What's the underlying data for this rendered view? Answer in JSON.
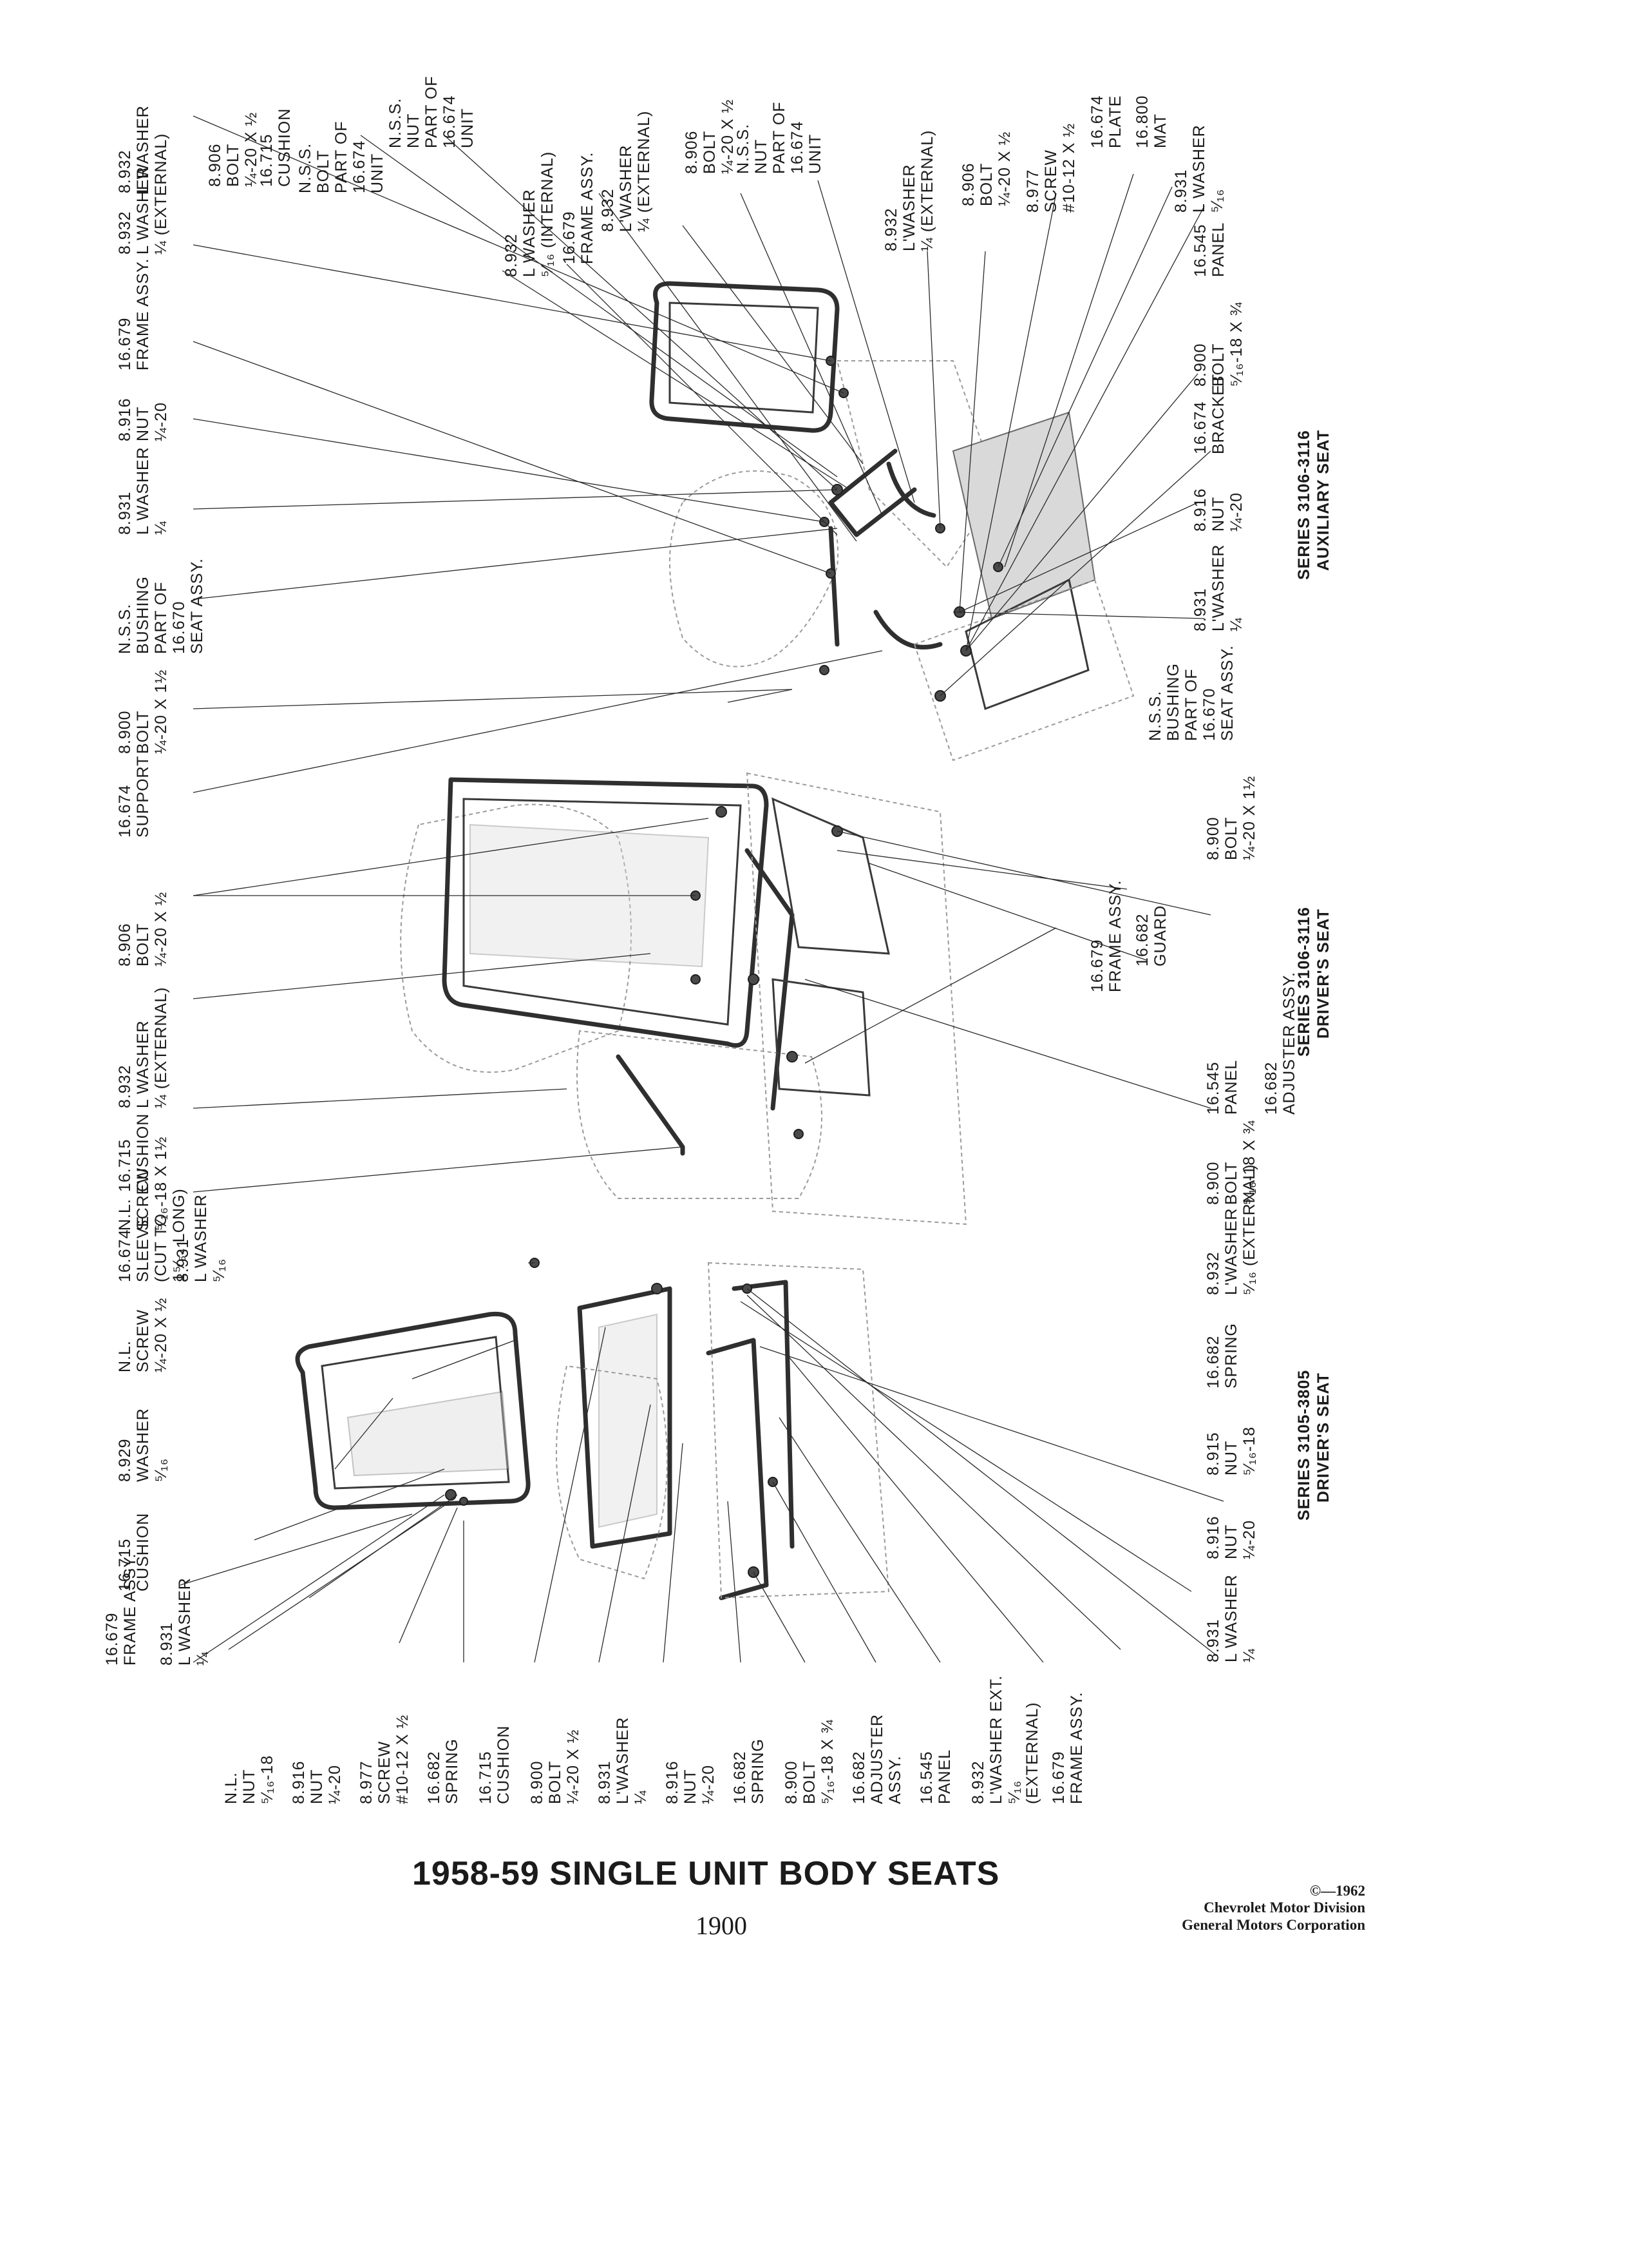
{
  "caption": "1958-59 SINGLE UNIT BODY SEATS",
  "page_number": "1900",
  "copyright": [
    "©—1962",
    "Chevrolet Motor Division",
    "General Motors Corporation"
  ],
  "sections": {
    "driver_3105": [
      "SERIES 3105-3805",
      "DRIVER'S SEAT"
    ],
    "driver_3106": [
      "SERIES 3106-3116",
      "DRIVER'S SEAT"
    ],
    "auxiliary": [
      "SERIES 3106-3116",
      "AUXILIARY SEAT"
    ]
  },
  "labels": {
    "a1": [
      "16.679",
      "FRAME ASSY."
    ],
    "a2": [
      "8.931",
      "L WASHER",
      "¼"
    ],
    "a3": [
      "N.L.",
      "NUT",
      "⁵⁄₁₆-18"
    ],
    "a4": [
      "8.916",
      "NUT",
      "¼-20"
    ],
    "a5": [
      "8.977",
      "SCREW",
      "#10-12 x ½"
    ],
    "a6": [
      "16.682",
      "SPRING"
    ],
    "a7": [
      "16.715",
      "CUSHION"
    ],
    "a8": [
      "8.900",
      "BOLT",
      "¼-20 x ½"
    ],
    "a9": [
      "8.931",
      "L'WASHER",
      "¼"
    ],
    "a10": [
      "8.916",
      "NUT",
      "¼-20"
    ],
    "a11": [
      "16.682",
      "SPRING"
    ],
    "a12": [
      "8.900",
      "BOLT",
      "⁵⁄₁₆-18 x ¾"
    ],
    "a13": [
      "16.682",
      "ADJUSTER",
      "ASSY."
    ],
    "a14": [
      "16.545",
      "PANEL"
    ],
    "a15": [
      "8.932",
      "L'WASHER EXT.",
      "⁵⁄₁₆",
      "(EXTERNAL)"
    ],
    "a16": [
      "16.679",
      "FRAME ASSY."
    ],
    "b1": [
      "16.715",
      "CUSHION"
    ],
    "b2": [
      "8.929",
      "WASHER",
      "⁵⁄₁₆"
    ],
    "b3": [
      "N.L.",
      "SCREW",
      "¼-20 x ½"
    ],
    "b4": [
      "16.674",
      "SLEEVE",
      "(CUT TO",
      "1⁵⁄₆₄ LONG)"
    ],
    "b5": [
      "N.L.",
      "SCREW",
      "⁵⁄₁₆-18 x 1½"
    ],
    "b6": [
      "8.931",
      "L WASHER",
      "⁵⁄₁₆"
    ],
    "b7": [
      "8.931",
      "L WASHER",
      "¼"
    ],
    "b8": [
      "8.916",
      "NUT",
      "¼-20"
    ],
    "b9": [
      "8.915",
      "NUT",
      "⁵⁄₁₆-18"
    ],
    "b10": [
      "16.682",
      "SPRING"
    ],
    "b11": [
      "8.932",
      "L'WASHER",
      "⁵⁄₁₆ (EXTERNAL)"
    ],
    "c1": [
      "16.715",
      "CUSHION"
    ],
    "c2": [
      "8.932",
      "L WASHER",
      "¼ (EXTERNAL)"
    ],
    "c3": [
      "8.906",
      "BOLT",
      "¼-20 x ½"
    ],
    "c4": [
      "16.674",
      "SUPPORT"
    ],
    "c5": [
      "8.900",
      "BOLT",
      "¼-20 x 1½"
    ],
    "c6": [
      "N.S.S.",
      "BUSHING",
      "PART OF",
      "16.670",
      "SEAT ASSY."
    ],
    "c7": [
      "8.931",
      "L WASHER",
      "¼"
    ],
    "c8": [
      "8.916",
      "NUT",
      "¼-20"
    ],
    "c9": [
      "16.679",
      "FRAME ASSY."
    ],
    "c10": [
      "8.932",
      "L WASHER",
      "¼ (EXTERNAL)"
    ],
    "d1": [
      "8.900",
      "BOLT",
      "⁵⁄₁₆-18 x ¾"
    ],
    "d2": [
      "16.545",
      "PANEL"
    ],
    "d3": [
      "16.682",
      "ADJUSTER ASSY."
    ],
    "d4": [
      "16.682",
      "GUARD"
    ],
    "d5": [
      "16.679",
      "FRAME ASSY."
    ],
    "d6": [
      "8.900",
      "BOLT",
      "¼-20 x 1½"
    ],
    "d7": [
      "N.S.S.",
      "BUSHING",
      "PART OF",
      "16.670",
      "SEAT ASSY."
    ],
    "d8": [
      "8.931",
      "L'WASHER",
      "¼"
    ],
    "d9": [
      "8.916",
      "NUT",
      "¼-20"
    ],
    "d10": [
      "16.674",
      "BRACKET"
    ],
    "d11": [
      "8.900",
      "BOLT",
      "⁵⁄₁₆-18 x ¾"
    ],
    "d12": [
      "16.545",
      "PANEL"
    ],
    "e1": [
      "8.906",
      "BOLT",
      "¼-20 x ½"
    ],
    "e2": [
      "16.715",
      "CUSHION"
    ],
    "e3": [
      "N.S.S.",
      "BOLT",
      "PART OF",
      "16.674",
      "UNIT"
    ],
    "e4": [
      "N.S.S.",
      "NUT",
      "PART OF",
      "16.674",
      "UNIT"
    ],
    "e5": [
      "8.932",
      "L WASHER",
      "⁵⁄₁₆ (INTERNAL)"
    ],
    "e6": [
      "16.679",
      "FRAME ASSY."
    ],
    "e7": [
      "8.932",
      "L'WASHER",
      "¼ (EXTERNAL)"
    ],
    "e8": [
      "8.906",
      "BOLT",
      "¼-20 x ½"
    ],
    "e9": [
      "N.S.S.",
      "NUT",
      "PART OF",
      "16.674",
      "UNIT"
    ],
    "e10": [
      "8.932",
      "L'WASHER",
      "¼ (EXTERNAL)"
    ],
    "e11": [
      "8.906",
      "BOLT",
      "¼-20 x ½"
    ],
    "e12": [
      "8.977",
      "SCREW",
      "#10-12 x ½"
    ],
    "e13": [
      "16.674",
      "PLATE"
    ],
    "e14": [
      "16.800",
      "MAT"
    ],
    "e15": [
      "8.931",
      "L WASHER",
      "⁵⁄₁₆"
    ]
  }
}
